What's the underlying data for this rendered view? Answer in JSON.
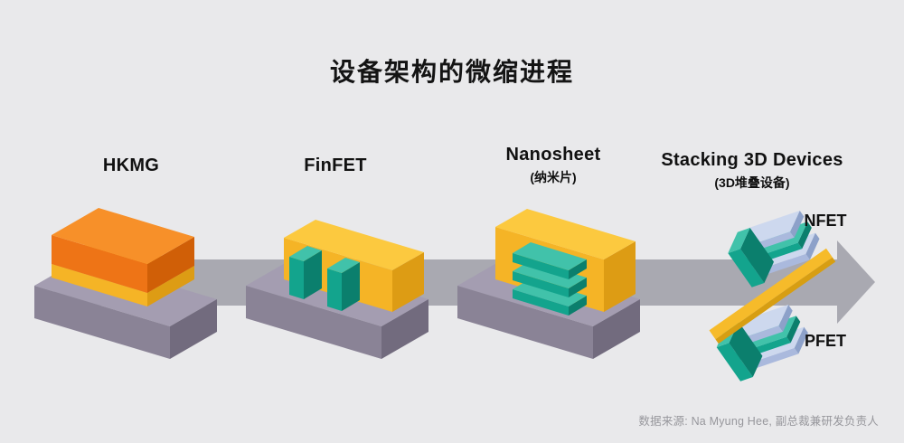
{
  "page": {
    "title": "设备架构的微缩进程",
    "source_note": "数据来源: Na Myung Hee, 副总裁兼研发负责人",
    "background_color": "#e9e9eb"
  },
  "diagram": {
    "type": "technology-roadmap",
    "direction": "left-to-right",
    "arrow": {
      "shape": "right-arrow",
      "color": "#a9a9b1"
    },
    "stages": [
      {
        "label": "HKMG",
        "sublabel": ""
      },
      {
        "label": "FinFET",
        "sublabel": ""
      },
      {
        "label": "Nanosheet",
        "sublabel": "(纳米片)"
      },
      {
        "label": "Stacking 3D Devices",
        "sublabel": "(3D堆叠设备)",
        "nfet_label": "NFET",
        "pfet_label": "PFET"
      }
    ],
    "palette": {
      "substrate_gray_top": "#a49db1",
      "substrate_gray_front": "#8a8396",
      "substrate_gray_side": "#726b7e",
      "gate_yellow_top": "#fcc93f",
      "gate_yellow_front": "#f5b426",
      "gate_yellow_side": "#dd9c14",
      "metal_orange_top": "#f79029",
      "metal_orange_front": "#ee7416",
      "metal_orange_side": "#d05f07",
      "channel_teal_top": "#41c2aa",
      "channel_teal_front": "#13a48d",
      "channel_teal_side": "#0b7f6d",
      "sheet_blue_top": "#cdd8ee",
      "sheet_blue_front": "#aab9dd",
      "sheet_blue_side": "#8da1c9",
      "text_dark": "#141414",
      "text_muted": "#97979c"
    }
  }
}
